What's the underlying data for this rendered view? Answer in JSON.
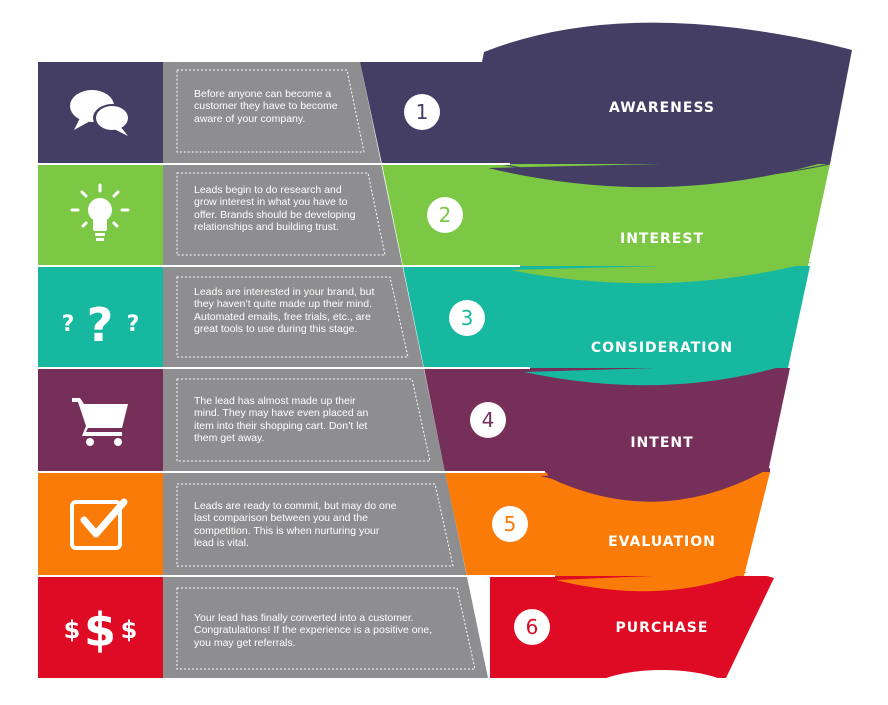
{
  "stages": [
    {
      "number": "1",
      "name": "AWARENESS",
      "icon": "speech-bubbles-icon",
      "color": "#443d64",
      "description": "Before anyone can become a customer they have to become aware of your company."
    },
    {
      "number": "2",
      "name": "INTEREST",
      "icon": "lightbulb-icon",
      "color": "#7cc844",
      "description": "Leads begin to do research and grow interest in what you have to offer. Brands should be developing relationships and building trust."
    },
    {
      "number": "3",
      "name": "CONSIDERATION",
      "icon": "question-marks-icon",
      "color": "#17b8a0",
      "description": "Leads are interested in your brand, but they haven’t quite made up their mind. Automated emails, free trials, etc., are great tools to use during this stage."
    },
    {
      "number": "4",
      "name": "INTENT",
      "icon": "shopping-cart-icon",
      "color": "#762f59",
      "description": "The lead has almost made up their mind. They may have even placed an item into their shopping cart. Don’t let them get away."
    },
    {
      "number": "5",
      "name": "EVALUATION",
      "icon": "checkbox-icon",
      "color": "#fb7b09",
      "description": "Leads are ready to commit, but may do one last comparison between you and the competition. This is when nurturing your lead is vital."
    },
    {
      "number": "6",
      "name": "PURCHASE",
      "icon": "dollar-signs-icon",
      "color": "#df0a23",
      "description": "Your lead has finally converted into a customer. Congratulations! If the experience is a positive one, you may get referrals."
    }
  ],
  "colors": {
    "panel": "#8e8e90",
    "divider": "#ffffff"
  }
}
